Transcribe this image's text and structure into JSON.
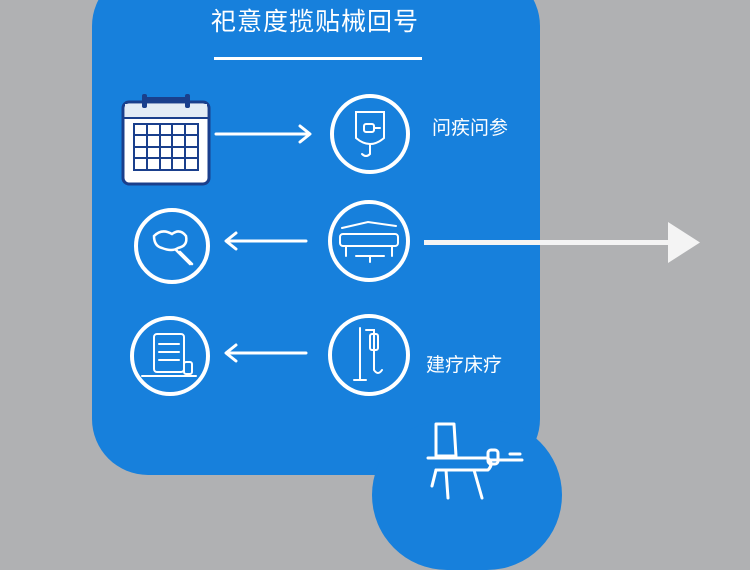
{
  "diagram": {
    "title": "祀意度揽贴械回号",
    "labels": {
      "top_right": "问疾问参",
      "bottom_right": "建疗床疗"
    },
    "colors": {
      "panel": "#1780dc",
      "background": "#b0b1b3",
      "foreground": "#ffffff"
    },
    "icons": {
      "calendar": "calendar-icon",
      "drip": "iv-drip-icon",
      "search": "magnifier-icon",
      "bed": "hospital-bed-icon",
      "clipboard": "clipboard-icon",
      "iv_pole": "iv-pole-icon",
      "chair": "wheelchair-icon"
    }
  }
}
